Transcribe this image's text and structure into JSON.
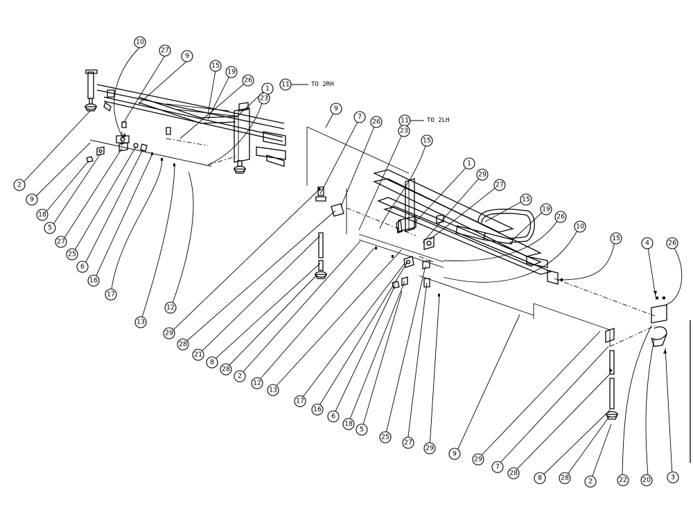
{
  "notes": [
    {
      "id": "to-2rh",
      "text": "TO 2RH",
      "callout": "11"
    },
    {
      "id": "to-2lh",
      "text": "TO 2LH",
      "callout": "11"
    }
  ],
  "callouts": [
    "10",
    "27",
    "9",
    "15",
    "19",
    "26",
    "1",
    "23",
    "11",
    "2",
    "9",
    "18",
    "5",
    "27",
    "25",
    "6",
    "16",
    "17",
    "13",
    "12",
    "9",
    "7",
    "26",
    "11",
    "23",
    "15",
    "1",
    "29",
    "27",
    "15",
    "19",
    "26",
    "10",
    "15",
    "4",
    "26",
    "29",
    "28",
    "21",
    "8",
    "28",
    "2",
    "12",
    "13",
    "17",
    "16",
    "6",
    "18",
    "5",
    "25",
    "27",
    "29",
    "9",
    "29",
    "7",
    "28",
    "8",
    "28",
    "2",
    "22",
    "20",
    "3"
  ]
}
